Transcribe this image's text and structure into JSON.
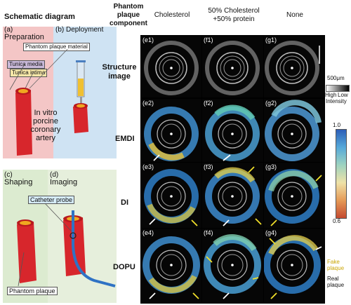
{
  "left": {
    "title": "Schematic diagram",
    "sections": {
      "a": {
        "letter": "(a)",
        "name": "Preparation"
      },
      "b": {
        "letter": "(b)",
        "name": "Deployment"
      },
      "c": {
        "letter": "(c)",
        "name": "Shaping"
      },
      "d": {
        "letter": "(d)",
        "name": "Imaging"
      }
    },
    "labels": {
      "phantom_material": "Phantom plaque material",
      "tunica_media": "Tunica media",
      "tunica_intima": "Tunica intima",
      "artery_line1": "In vitro",
      "artery_line2": "porcine",
      "artery_line3": "coronary",
      "artery_line4": "artery",
      "catheter_probe": "Catheter probe",
      "phantom_plaque": "Phantom plaque"
    }
  },
  "columns": {
    "component_line1": "Phantom",
    "component_line2": "plaque",
    "component_line3": "component",
    "col1": "Cholesterol",
    "col2_line1": "50% Cholesterol",
    "col2_line2": "+50% protein",
    "col3": "None"
  },
  "rows": {
    "structure_line1": "Structure",
    "structure_line2": "image",
    "emdi": "EMDI",
    "di": "DI",
    "dopu": "DOPU"
  },
  "panels": {
    "e1": "(e1)",
    "f1": "(f1)",
    "g1": "(g1)",
    "e2": "(e2)",
    "f2": "(f2)",
    "g2": "(g2)",
    "e3": "(e3)",
    "f3": "(f3)",
    "g3": "(g3)",
    "e4": "(e4)",
    "f4": "(f4)",
    "g4": "(g4)"
  },
  "scale": {
    "scalebar": "500μm",
    "high": "High",
    "low": "Low",
    "intensity": "Intensity",
    "cbar_max": "1.0",
    "cbar_min": "0.6",
    "fake_line1": "Fake",
    "fake_line2": "plaque",
    "real_line1": "Real",
    "real_line2": "plaque"
  },
  "colors": {
    "preparation": "#f4c6c6",
    "deployment": "#cfe3f3",
    "shaping": "#dcebd0",
    "imaging": "#e6efdc",
    "artery": "#d7262c",
    "arrow_yellow": "#f2e02a"
  }
}
